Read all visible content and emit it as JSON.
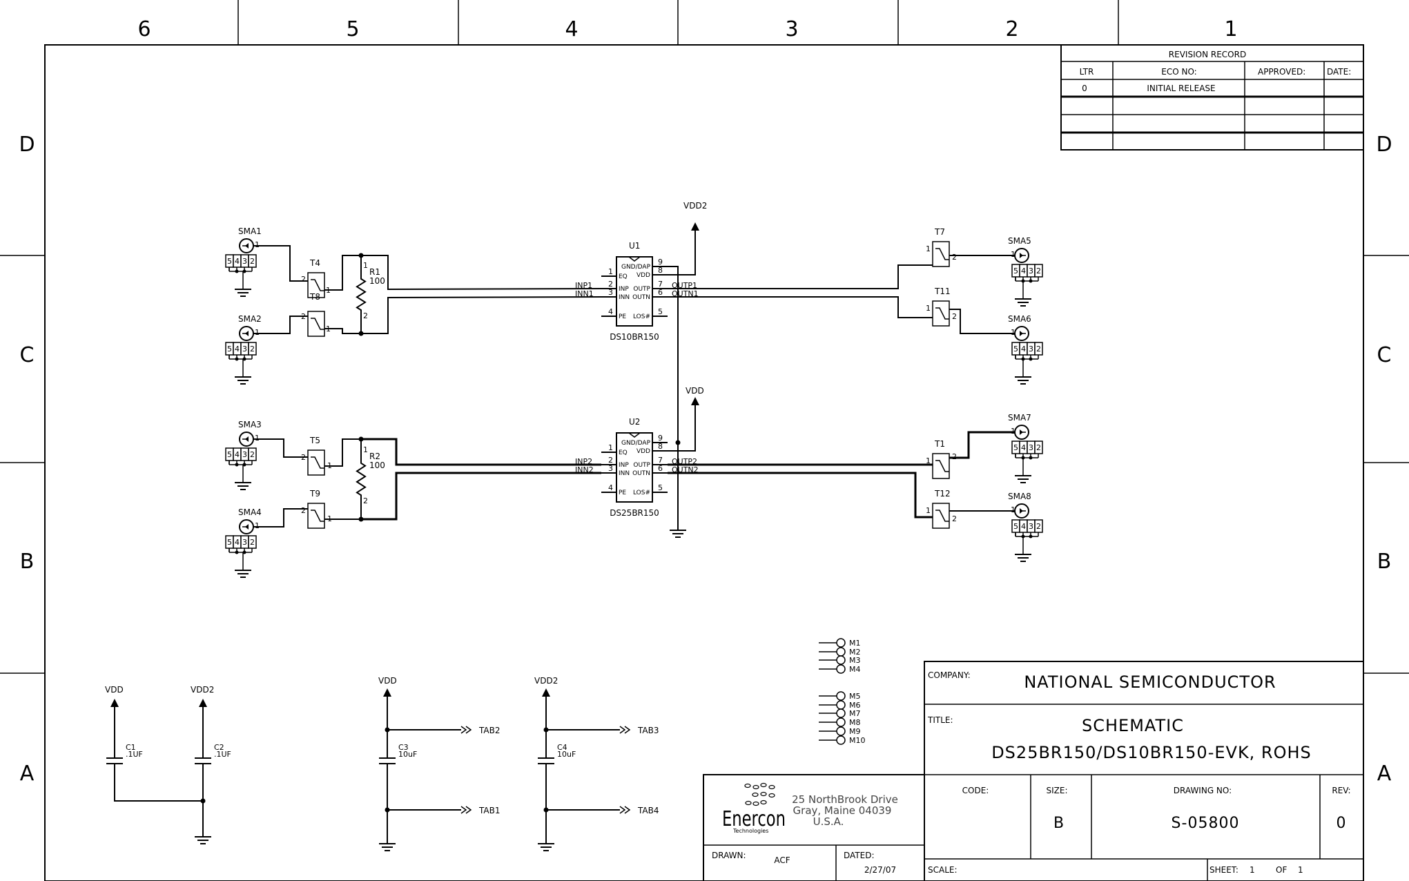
{
  "frame": {
    "top_zones": [
      "6",
      "5",
      "4",
      "3",
      "2",
      "1"
    ],
    "side_zones": [
      "D",
      "C",
      "B",
      "A"
    ]
  },
  "revision_record": {
    "title": "REVISION RECORD",
    "headers": [
      "LTR",
      "ECO NO:",
      "APPROVED:",
      "DATE:"
    ],
    "rows": [
      [
        "0",
        "INITIAL RELEASE",
        "",
        ""
      ],
      [
        "",
        "",
        "",
        ""
      ],
      [
        "",
        "",
        "",
        ""
      ],
      [
        "",
        "",
        "",
        ""
      ]
    ]
  },
  "power_labels": {
    "vdd2_top": "VDD2",
    "vdd_mid": "VDD"
  },
  "ics": [
    {
      "ref": "U1",
      "part": "DS10BR150",
      "inp_net": "INP1",
      "inn_net": "INN1",
      "outp_net": "OUTP1",
      "outn_net": "OUTN1"
    },
    {
      "ref": "U2",
      "part": "DS25BR150",
      "inp_net": "INP2",
      "inn_net": "INN2",
      "outp_net": "OUTP2",
      "outn_net": "OUTN2"
    }
  ],
  "ic_pins": {
    "left_names": [
      "EQ",
      "INP",
      "INN",
      "PE"
    ],
    "left_numbers": [
      "1",
      "2",
      "3",
      "4"
    ],
    "right_names": [
      "GND/DAP",
      "VDD",
      "OUTP",
      "OUTN",
      "LOS#"
    ],
    "right_numbers": [
      "9",
      "8",
      "7",
      "6",
      "5"
    ]
  },
  "connectors": {
    "left": [
      "SMA1",
      "SMA2",
      "SMA3",
      "SMA4"
    ],
    "right": [
      "SMA5",
      "SMA6",
      "SMA7",
      "SMA8"
    ],
    "pin_signal": "1",
    "pin_grounds": [
      "5",
      "4",
      "3",
      "2"
    ]
  },
  "test_points": {
    "left": [
      "T4",
      "T8",
      "T5",
      "T9"
    ],
    "right": [
      "T7",
      "T11",
      "T1",
      "T12"
    ],
    "pin_a": "1",
    "pin_b": "2"
  },
  "resistors": [
    {
      "ref": "R1",
      "value": "100"
    },
    {
      "ref": "R2",
      "value": "100"
    }
  ],
  "resistor_pins": [
    "1",
    "2"
  ],
  "capacitors": [
    {
      "ref": "C1",
      "value": ".1UF",
      "rail": "VDD"
    },
    {
      "ref": "C2",
      "value": ".1UF",
      "rail": "VDD2"
    },
    {
      "ref": "C3",
      "value": "10uF",
      "rail": "VDD"
    },
    {
      "ref": "C4",
      "value": "10uF",
      "rail": "VDD2"
    }
  ],
  "tabs": [
    "TAB2",
    "TAB1",
    "TAB3",
    "TAB4"
  ],
  "mounting_holes": [
    "M1",
    "M2",
    "M3",
    "M4",
    "M5",
    "M6",
    "M7",
    "M8",
    "M9",
    "M10"
  ],
  "title_block": {
    "company_label": "COMPANY:",
    "company": "NATIONAL SEMICONDUCTOR",
    "title_label": "TITLE:",
    "title_line1": "SCHEMATIC",
    "title_line2": "DS25BR150/DS10BR150-EVK, ROHS",
    "code_label": "CODE:",
    "code": "",
    "size_label": "SIZE:",
    "size": "B",
    "drawing_no_label": "DRAWING NO:",
    "drawing_no": "S-05800",
    "rev_label": "REV:",
    "rev": "0",
    "scale_label": "SCALE:",
    "sheet_label": "SHEET:",
    "sheet": "1",
    "of_label": "OF",
    "of": "1",
    "logo_name": "Enercon",
    "logo_tagline": "Technologies",
    "address": [
      "25 NorthBrook Drive",
      "Gray, Maine 04039",
      "U.S.A."
    ],
    "drawn_label": "DRAWN:",
    "drawn": "ACF",
    "dated_label": "DATED:",
    "dated": "2/27/07"
  }
}
